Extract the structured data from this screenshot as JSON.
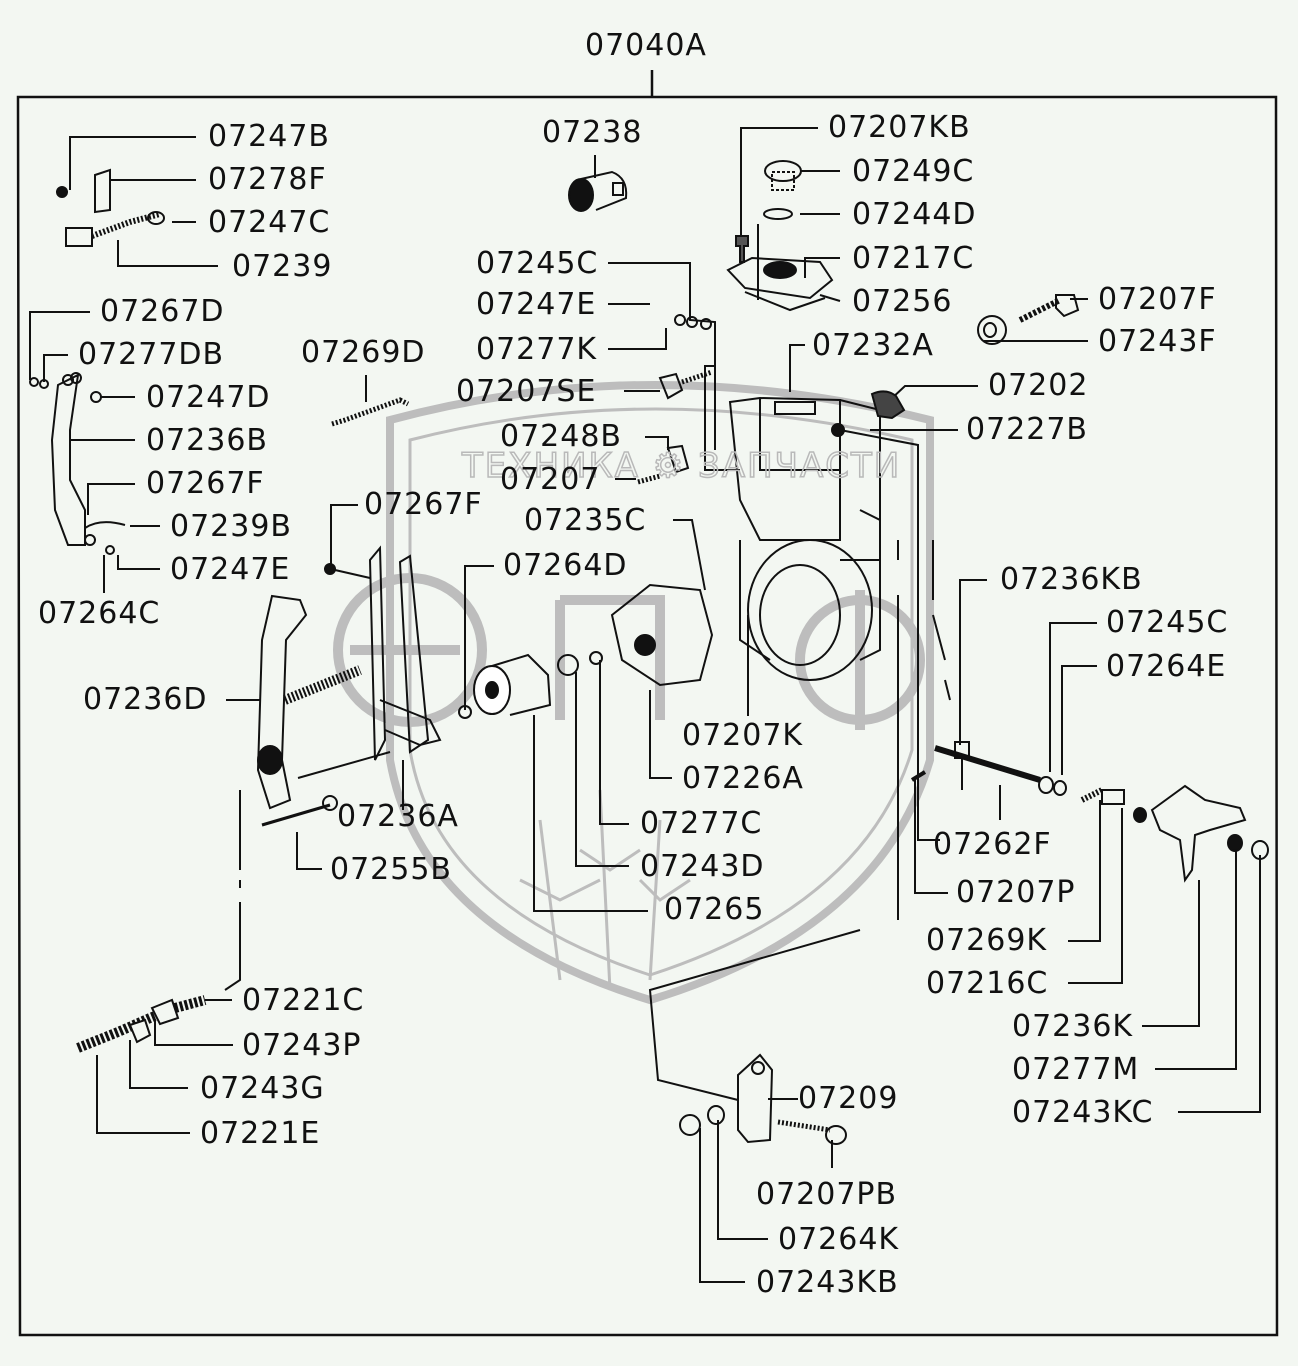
{
  "assembly": {
    "id": "07040A"
  },
  "watermark": {
    "text": "ТЕХНИКА ⚙ ЗАПЧАСТИ",
    "logo_letters": "эпф"
  },
  "colors": {
    "background": "#f3f7f2",
    "line": "#111111",
    "watermark": "#b9b9b9"
  },
  "labels": [
    {
      "id": "07247B"
    },
    {
      "id": "07278F"
    },
    {
      "id": "07247C"
    },
    {
      "id": "07239"
    },
    {
      "id": "07238"
    },
    {
      "id": "07207KB"
    },
    {
      "id": "07249C"
    },
    {
      "id": "07244D"
    },
    {
      "id": "07217C"
    },
    {
      "id": "07256"
    },
    {
      "id": "07245C"
    },
    {
      "id": "07247E"
    },
    {
      "id": "07277K"
    },
    {
      "id": "07207F"
    },
    {
      "id": "07243F"
    },
    {
      "id": "07267D"
    },
    {
      "id": "07277DB"
    },
    {
      "id": "07247D"
    },
    {
      "id": "07236B"
    },
    {
      "id": "07267F"
    },
    {
      "id": "07239B"
    },
    {
      "id": "07247E"
    },
    {
      "id": "07264C"
    },
    {
      "id": "07269D"
    },
    {
      "id": "07232A"
    },
    {
      "id": "07207SE"
    },
    {
      "id": "07202"
    },
    {
      "id": "07227B"
    },
    {
      "id": "07248B"
    },
    {
      "id": "07207"
    },
    {
      "id": "07267F"
    },
    {
      "id": "07235C"
    },
    {
      "id": "07264D"
    },
    {
      "id": "07236KB"
    },
    {
      "id": "07245C"
    },
    {
      "id": "07264E"
    },
    {
      "id": "07236D"
    },
    {
      "id": "07207K"
    },
    {
      "id": "07226A"
    },
    {
      "id": "07236A"
    },
    {
      "id": "07277C"
    },
    {
      "id": "07255B"
    },
    {
      "id": "07243D"
    },
    {
      "id": "07265"
    },
    {
      "id": "07262F"
    },
    {
      "id": "07207P"
    },
    {
      "id": "07269K"
    },
    {
      "id": "07216C"
    },
    {
      "id": "07221C"
    },
    {
      "id": "07243P"
    },
    {
      "id": "07243G"
    },
    {
      "id": "07221E"
    },
    {
      "id": "07236K"
    },
    {
      "id": "07277M"
    },
    {
      "id": "07243KC"
    },
    {
      "id": "07209"
    },
    {
      "id": "07207PB"
    },
    {
      "id": "07264K"
    },
    {
      "id": "07243KB"
    }
  ]
}
